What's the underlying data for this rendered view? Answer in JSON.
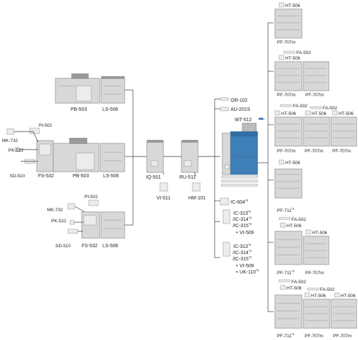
{
  "finishers": {
    "pb503_top": "PB-503",
    "ls506_top": "LS-506",
    "mk732_mid": "MK-732",
    "pi502_mid": "PI-502",
    "pk522_mid": "PK-522",
    "fs532_mid": "FS-532",
    "pb503_mid": "PB-503",
    "ls506_mid": "LS-506",
    "sd510_mid": "SD-510",
    "pi502_bot": "PI-502",
    "mk732_bot": "MK-732",
    "pk522_bot": "PK-522",
    "sd510_bot": "SD-510",
    "fs532_bot": "FS-532",
    "ls506_bot": "LS-506"
  },
  "inline": {
    "iq501": "IQ-501",
    "vi511": "VI-511",
    "ru511": "RU-511",
    "hm101": "HM-101"
  },
  "main": {
    "or102": "OR-102",
    "au201s": "AU-201S",
    "wt512": "WT-512",
    "ic604": "IC-604",
    "ic604_note": "*3",
    "ic_group1": [
      "IC-313",
      "/IC-314",
      "/IC-315",
      "+ VI-509"
    ],
    "ic_group1_notes": [
      "*2",
      "*2",
      "*2"
    ],
    "ic_group2": [
      "IC-313",
      "/IC-314",
      "/IC-315",
      "+ VI-509",
      "+ UK-110"
    ],
    "ic_group2_notes": [
      "*2",
      "*2",
      "*2",
      "*3"
    ]
  },
  "feeders": {
    "f1_ht": "HT-506",
    "f1_pf": "PF-707m",
    "f2_fa": "FA-502",
    "f2_ht": "HT-506",
    "f2_pf1": "PF-707m",
    "f2_pf2": "PF-707m",
    "f3_fa1": "FA-502",
    "f3_ht1": "HT-506",
    "f3_fa2": "FA-502",
    "f3_ht2": "HT-506",
    "f3_ht3": "HT-506",
    "f3_pf1": "PF-707m",
    "f3_pf2": "PF-707m",
    "f3_pf3": "PF-707m",
    "f4_ht": "HT-506",
    "f4_pf": "PF-711",
    "f4_note": "*1",
    "f5_fa": "FA-502",
    "f5_ht1": "HT-506",
    "f5_ht2": "HT-506",
    "f5_pf1": "PF-711",
    "f5_note": "*1",
    "f5_pf2": "PF-707m",
    "f6_fa1": "FA-502",
    "f6_ht1": "HT-506",
    "f6_fa2": "FA-502",
    "f6_ht2": "HT-506",
    "f6_ht3": "HT-506",
    "f6_pf1": "PF-711",
    "f6_note": "*1",
    "f6_pf2": "PF-707m",
    "f6_pf3": "PF-707m"
  },
  "colors": {
    "main_unit": "#3f7fb8",
    "device": "#d8d8d8",
    "line": "#333333"
  }
}
